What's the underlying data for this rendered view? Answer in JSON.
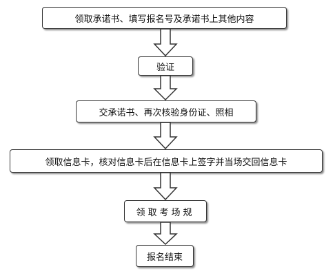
{
  "flowchart": {
    "steps": [
      "领取承诺书、填写报名号及承诺书上其他内容",
      "验证",
      "交承诺书、再次核验身份证、照相",
      "领取信息卡，核对信息卡后在信息卡上签字并当场交回信息卡",
      "领取考场规",
      "报名结束"
    ]
  }
}
